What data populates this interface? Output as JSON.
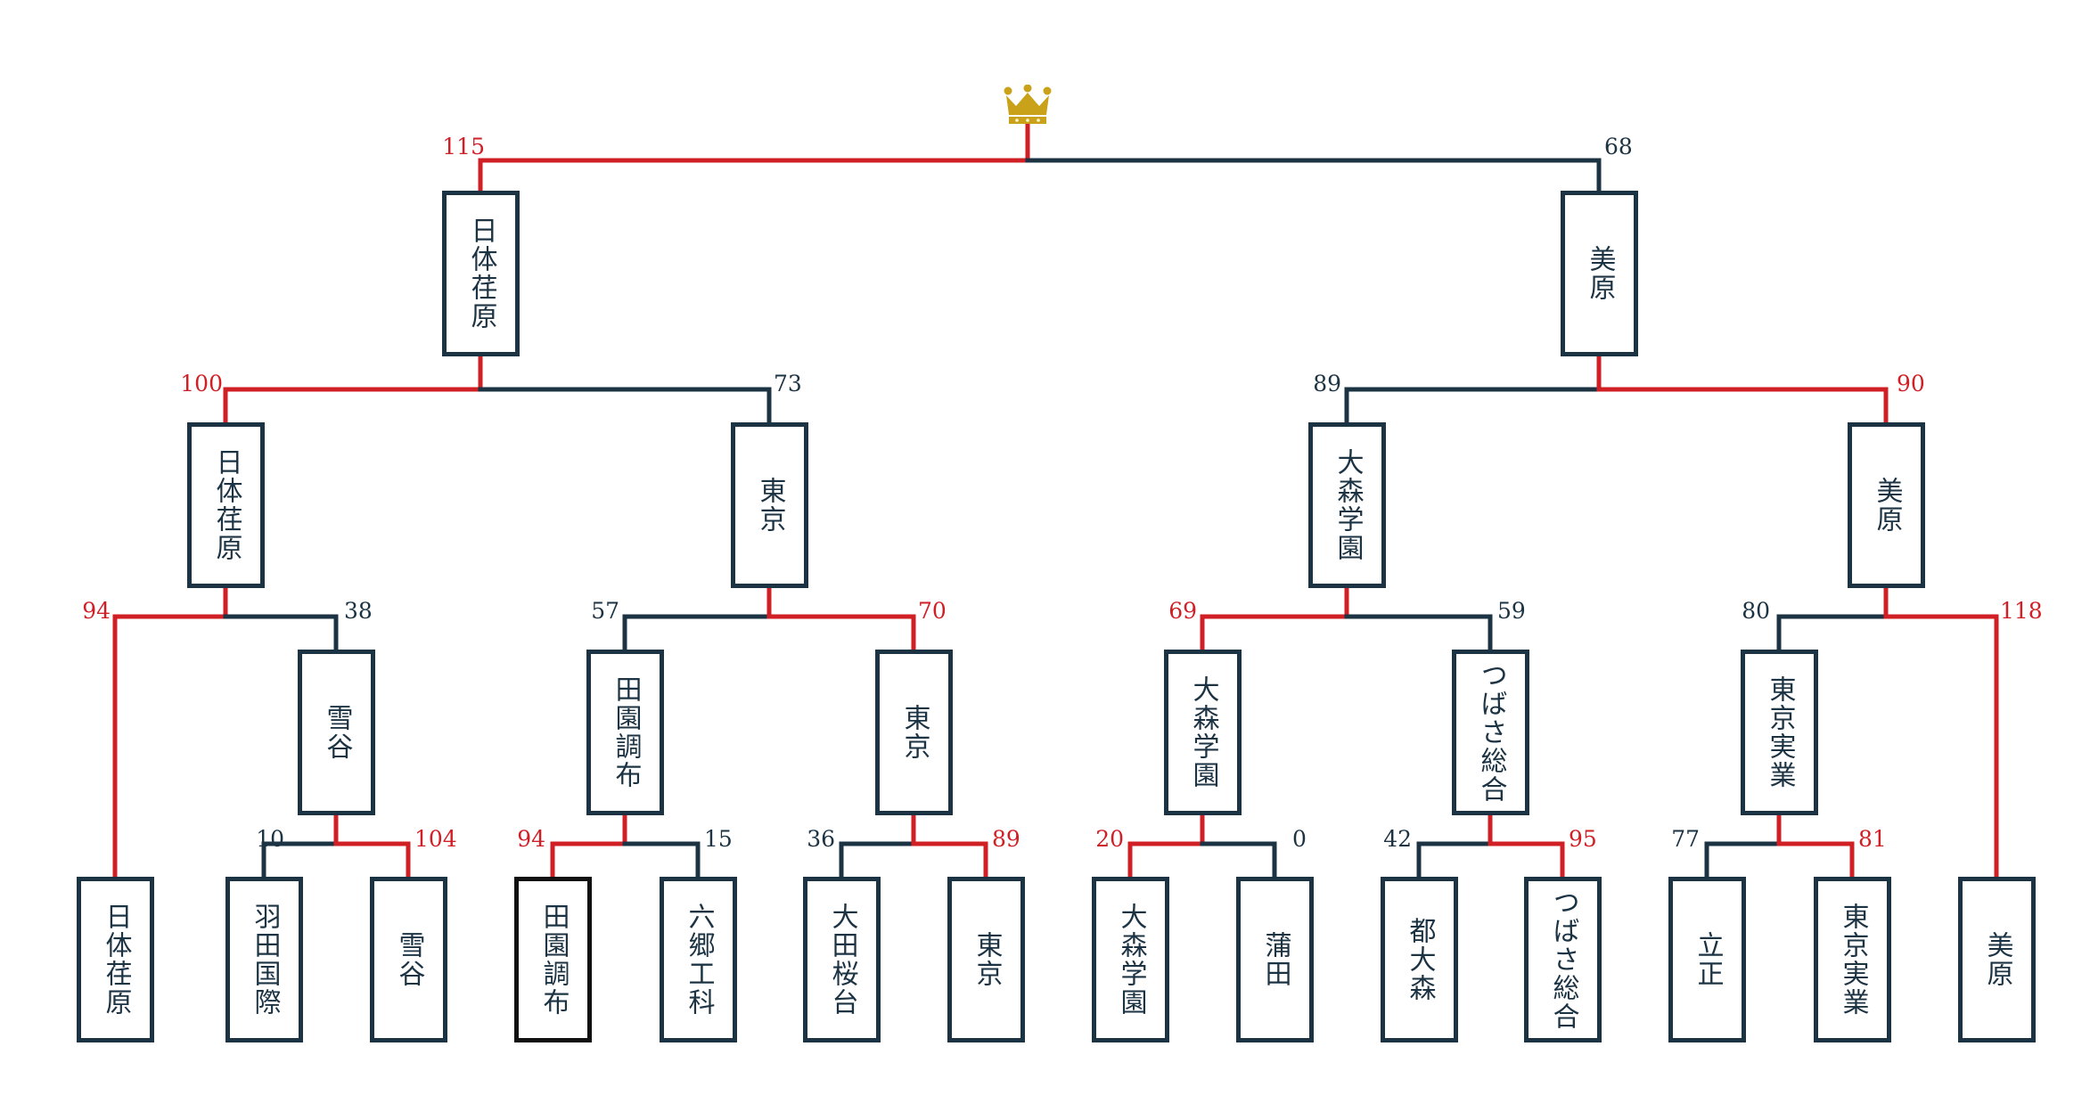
{
  "accent_color": "#d11f26",
  "line_color": "#1c3344",
  "champion_icon": "crown-icon",
  "teams_round1": [
    {
      "id": "t1",
      "name": "日体荏原",
      "winner": true
    },
    {
      "id": "t2",
      "name": "羽田国際",
      "winner": false
    },
    {
      "id": "t3",
      "name": "雪谷",
      "winner": true
    },
    {
      "id": "t4",
      "name": "田園調布",
      "winner": true,
      "highlighted": true
    },
    {
      "id": "t5",
      "name": "六郷工科",
      "winner": false
    },
    {
      "id": "t6",
      "name": "大田桜台",
      "winner": false
    },
    {
      "id": "t7",
      "name": "東京",
      "winner": true
    },
    {
      "id": "t8",
      "name": "大森学園",
      "winner": true
    },
    {
      "id": "t9",
      "name": "蒲田",
      "winner": false
    },
    {
      "id": "t10",
      "name": "都大森",
      "winner": false
    },
    {
      "id": "t11",
      "name": "つばさ総合",
      "winner": true
    },
    {
      "id": "t12",
      "name": "立正",
      "winner": false
    },
    {
      "id": "t13",
      "name": "東京実業",
      "winner": true
    },
    {
      "id": "t14",
      "name": "美原",
      "winner": true
    }
  ],
  "matches": [
    {
      "id": "m1",
      "winner_name": "雪谷",
      "score_left": "10",
      "score_right": "104",
      "winner_side": "right"
    },
    {
      "id": "m2",
      "winner_name": "田園調布",
      "score_left": "94",
      "score_right": "15",
      "winner_side": "left"
    },
    {
      "id": "m3",
      "winner_name": "東京",
      "score_left": "36",
      "score_right": "89",
      "winner_side": "right"
    },
    {
      "id": "m4",
      "winner_name": "大森学園",
      "score_left": "20",
      "score_right": "0",
      "winner_side": "left"
    },
    {
      "id": "m5",
      "winner_name": "つばさ総合",
      "score_left": "42",
      "score_right": "95",
      "winner_side": "right"
    },
    {
      "id": "m6",
      "winner_name": "東京実業",
      "score_left": "77",
      "score_right": "81",
      "winner_side": "right"
    },
    {
      "id": "m7",
      "winner_name": "日体荏原",
      "score_left": "94",
      "score_right": "38",
      "winner_side": "left"
    },
    {
      "id": "m8",
      "winner_name": "東京",
      "score_left": "57",
      "score_right": "70",
      "winner_side": "right"
    },
    {
      "id": "m9",
      "winner_name": "大森学園",
      "score_left": "69",
      "score_right": "59",
      "winner_side": "left"
    },
    {
      "id": "m10",
      "winner_name": "美原",
      "score_left": "80",
      "score_right": "118",
      "winner_side": "right"
    },
    {
      "id": "m11",
      "winner_name": "日体荏原",
      "score_left": "100",
      "score_right": "73",
      "winner_side": "left"
    },
    {
      "id": "m12",
      "winner_name": "美原",
      "score_left": "89",
      "score_right": "90",
      "winner_side": "right"
    },
    {
      "id": "m13",
      "winner_name": "",
      "score_left": "115",
      "score_right": "68",
      "winner_side": "left"
    }
  ]
}
